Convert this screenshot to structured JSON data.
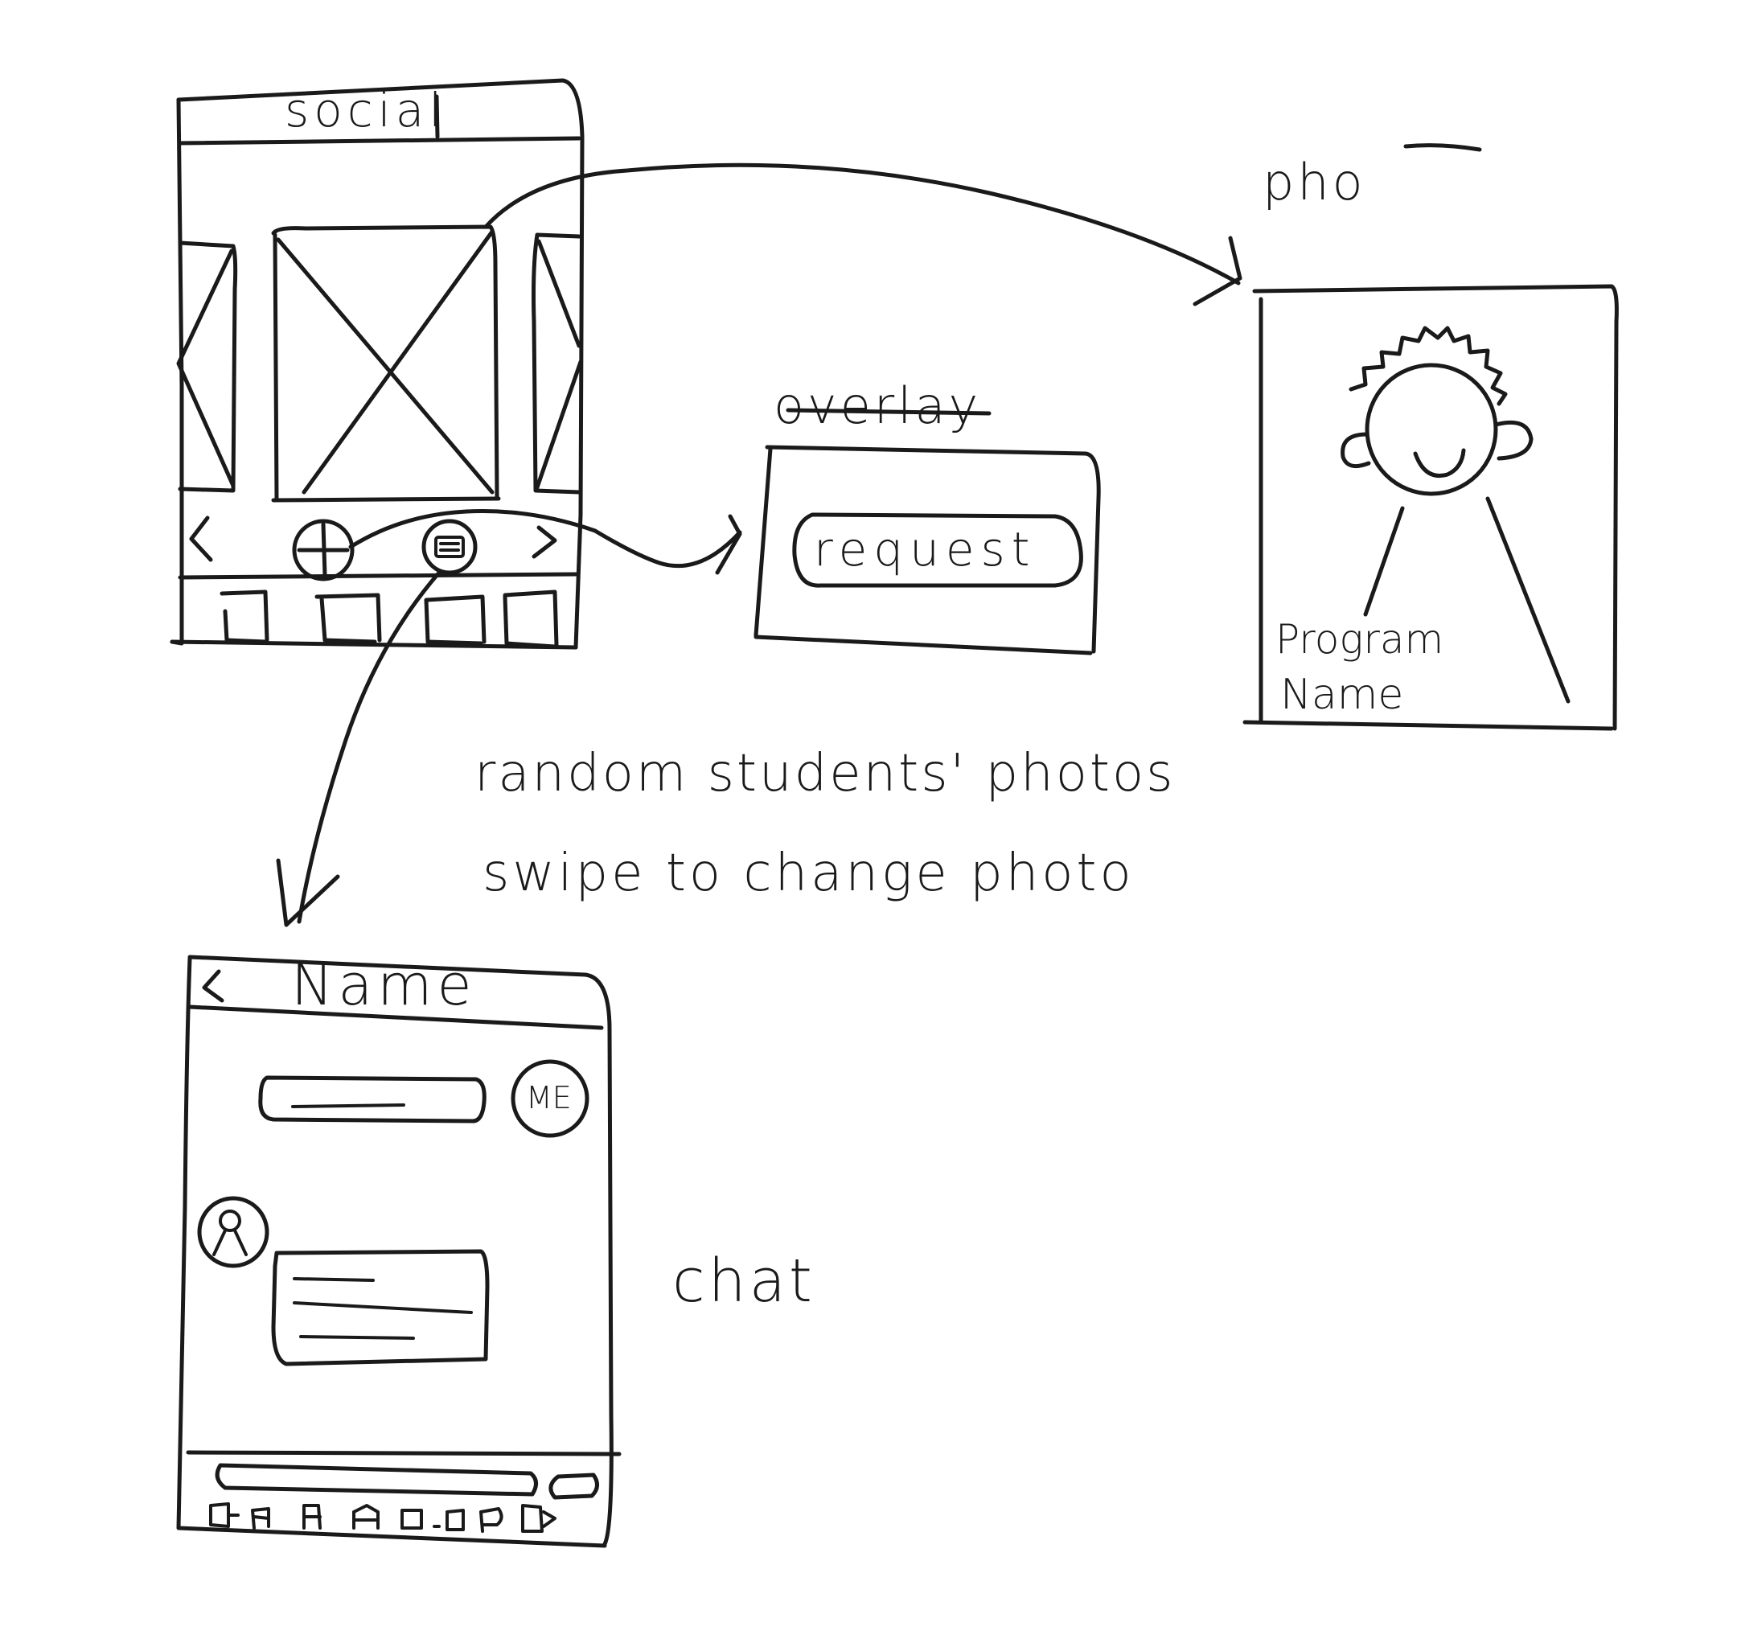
{
  "social_screen": {
    "title": "social",
    "prev_arrow": "<",
    "next_arrow": ">"
  },
  "photo_screen": {
    "title": "pho",
    "program_name_line1": "Program",
    "program_name_line2": "Name"
  },
  "overlay_screen": {
    "title": "overlay",
    "request_button_label": "request"
  },
  "notes": {
    "line1": "random students' photos",
    "line2": "swipe to change photo"
  },
  "chat_screen": {
    "header_back": "<",
    "header_title": "Name",
    "my_avatar_label": "ME",
    "caption": "chat"
  }
}
